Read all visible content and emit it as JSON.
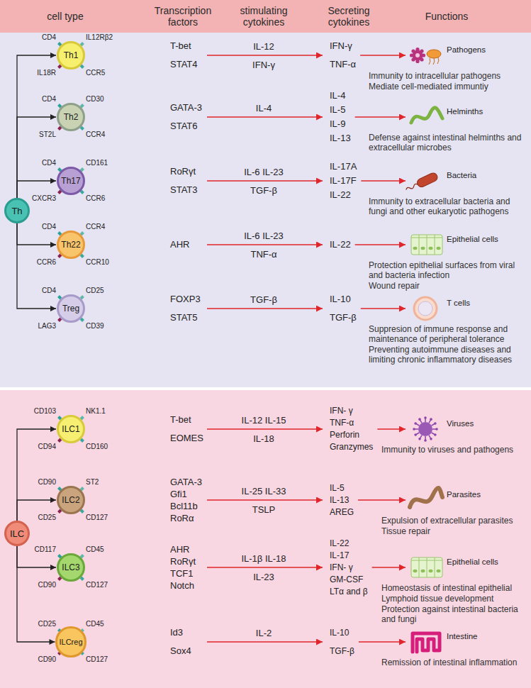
{
  "diagram": {
    "nodes": [
      {
        "text": [
          "cell type",
          "Transcription factors",
          "stimulating cytokines",
          "Secreting cytokines",
          "Functions"
        ]
      },
      {
        "text": [
          "Th"
        ]
      },
      {
        "text": [
          "Th1"
        ]
      },
      {
        "text": [
          "Th2"
        ]
      },
      {
        "text": [
          "Th17"
        ]
      },
      {
        "text": [
          "Th22"
        ]
      },
      {
        "text": [
          "Treg"
        ]
      },
      {
        "text": [
          "ILC"
        ]
      },
      {
        "text": [
          "ILC1"
        ]
      },
      {
        "text": [
          "ILC2"
        ]
      },
      {
        "text": [
          "ILC3"
        ]
      },
      {
        "text": [
          "ILCreg"
        ]
      }
    ],
    "edges": [
      {
        "from": 1,
        "to": 2,
        "arrow": "to"
      },
      {
        "from": 1,
        "to": 3,
        "arrow": "to"
      },
      {
        "from": 1,
        "to": 4,
        "arrow": "to"
      },
      {
        "from": 1,
        "to": 5,
        "arrow": "to"
      },
      {
        "from": 1,
        "to": 6,
        "arrow": "to"
      },
      {
        "from": 7,
        "to": 8,
        "arrow": "to"
      },
      {
        "from": 7,
        "to": 9,
        "arrow": "to"
      },
      {
        "from": 7,
        "to": 10,
        "arrow": "to"
      },
      {
        "from": 7,
        "to": 11,
        "arrow": "to"
      }
    ],
    "labels": [
      "CD4",
      "IL12Rβ2",
      "IL18R",
      "CCR5",
      "T-bet",
      "STAT4",
      "IL-12",
      "IFN-γ",
      "IFN-γ",
      "TNF-α",
      "Pathogens",
      "Immunity to intracellular pathogens",
      "Mediate cell-mediated immuntiy",
      "CD4",
      "CD30",
      "ST2L",
      "CCR4",
      "GATA-3",
      "STAT6",
      "IL-4",
      "IL-4",
      "IL-5",
      "IL-9",
      "IL-13",
      "Helminths",
      "Defense against intestinal helminths and extracellular microbes",
      "CD4",
      "CD161",
      "CXCR3",
      "CCR6",
      "RoRγt",
      "STAT3",
      "IL-6 IL-23",
      "TGF-β",
      "IL-17A",
      "IL-17F",
      "IL-22",
      "Bacteria",
      "Immunity to extracellular bacteria and fungi and other eukaryotic pathogens",
      "CD4",
      "CCR4",
      "CCR6",
      "CCR10",
      "AHR",
      "IL-6 IL-23",
      "TNF-α",
      "IL-22",
      "Epithelial cells",
      "Protection epithelial surfaces from viral and bacteria infection",
      "Wound repair",
      "CD4",
      "CD25",
      "LAG3",
      "CD39",
      "FOXP3",
      "STAT5",
      "TGF-β",
      "IL-10",
      "TGF-β",
      "T cells",
      "Suppresion of immune response and maintenance of peripheral tolerance",
      "Preventing autoimmune diseases and limiting chronic inflammatory diseases",
      "CD103",
      "NK1.1",
      "CD94",
      "CD160",
      "T-bet",
      "EOMES",
      "IL-12 IL-15",
      "IL-18",
      "IFN- γ",
      "TNF-α",
      "Perforin",
      "Granzymes",
      "Viruses",
      "Immunity to viruses and pathogens",
      "CD90",
      "ST2",
      "CD25",
      "CD127",
      "GATA-3",
      "Gfi1",
      "Bcl11b",
      "RoRα",
      "IL-25 IL-33",
      "TSLP",
      "IL-5",
      "IL-13",
      "AREG",
      "Parasites",
      "Expulsion of extracellular parasites",
      "Tissue repair",
      "CD117",
      "CD45",
      "CD90",
      "CD127",
      "AHR",
      "RoRγt",
      "TCF1",
      "Notch",
      "IL-1β IL-18",
      "IL-23",
      "IL-22",
      "IL-17",
      "IFN- γ",
      "GM-CSF",
      "LTα and β",
      "Epithelial cells",
      "Homeostasis of intestinal epithelial",
      "Lymphoid tissue development",
      "Protection against intestinal bacteria and fungi",
      "CD25",
      "CD45",
      "CD90",
      "CD127",
      "Id3",
      "Sox4",
      "IL-2",
      "IL-10",
      "TGF-β",
      "Intestine",
      "Remission of intestinal inflammation"
    ]
  }
}
